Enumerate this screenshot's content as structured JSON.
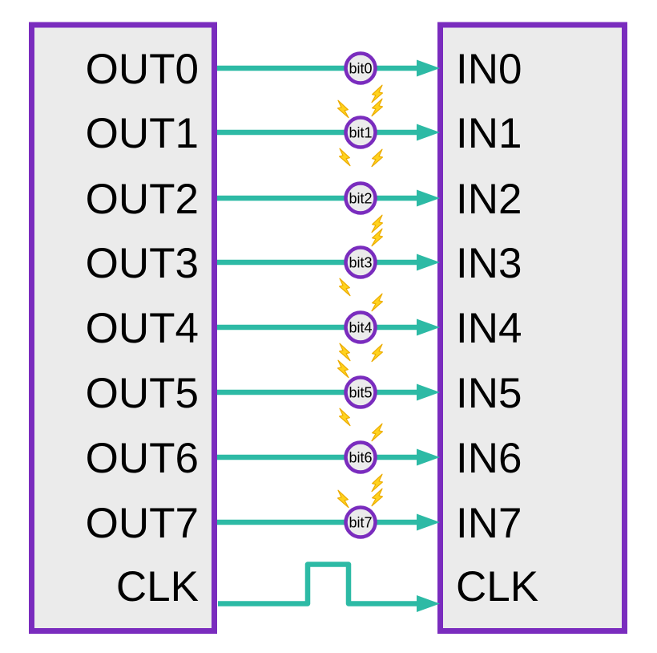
{
  "colors": {
    "box_border": "#7A2CBE",
    "box_fill": "#EBEBEB",
    "wire": "#2DBAA5",
    "bolt_fill": "#FFD21E",
    "bolt_stroke": "#ECAC00",
    "text": "#000000"
  },
  "icons": {
    "interference": "lightning-bolt",
    "wire_end": "arrowhead"
  },
  "links": [
    {
      "out": "OUT0",
      "bit": "bit0",
      "in": "IN0",
      "bolts": [
        "br"
      ]
    },
    {
      "out": "OUT1",
      "bit": "bit1",
      "in": "IN1",
      "bolts": [
        "tl",
        "tr",
        "bl",
        "br"
      ]
    },
    {
      "out": "OUT2",
      "bit": "bit2",
      "in": "IN2",
      "bolts": [
        "br"
      ]
    },
    {
      "out": "OUT3",
      "bit": "bit3",
      "in": "IN3",
      "bolts": [
        "tr",
        "bl"
      ]
    },
    {
      "out": "OUT4",
      "bit": "bit4",
      "in": "IN4",
      "bolts": [
        "tr",
        "bl",
        "br"
      ]
    },
    {
      "out": "OUT5",
      "bit": "bit5",
      "in": "IN5",
      "bolts": [
        "tl",
        "bl"
      ]
    },
    {
      "out": "OUT6",
      "bit": "bit6",
      "in": "IN6",
      "bolts": [
        "tr",
        "br"
      ]
    },
    {
      "out": "OUT7",
      "bit": "bit7",
      "in": "IN7",
      "bolts": [
        "tl",
        "tr"
      ]
    }
  ],
  "clk": {
    "out": "CLK",
    "in": "CLK"
  }
}
